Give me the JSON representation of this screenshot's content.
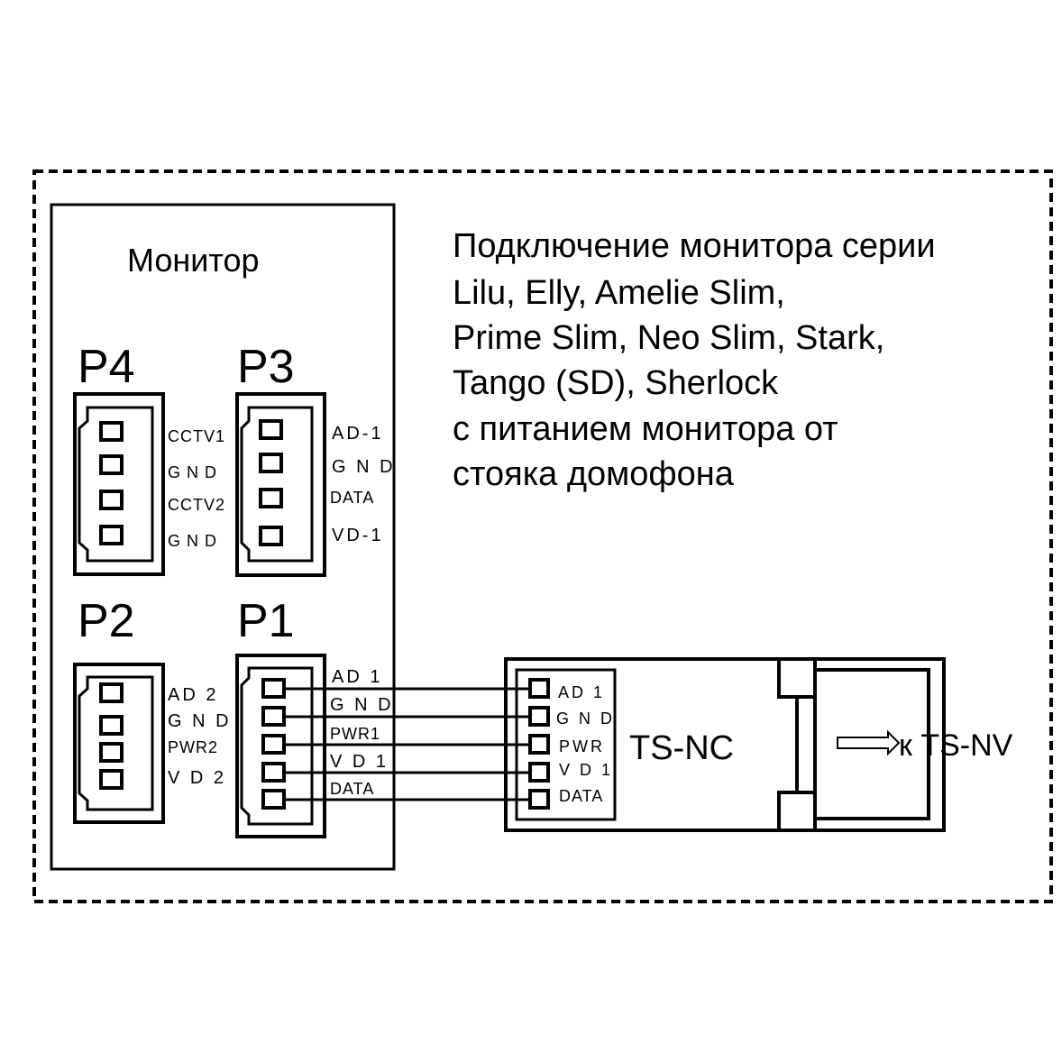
{
  "monitor": {
    "title": "Монитор",
    "p4": {
      "label": "P4",
      "pins": [
        "CCTV1",
        "G N D",
        "CCTV2",
        "G N D"
      ]
    },
    "p3": {
      "label": "P3",
      "pins": [
        "AD-1",
        "G N D",
        "DATA",
        "VD-1"
      ]
    },
    "p2": {
      "label": "P2",
      "pins": [
        "AD 2",
        "G N D",
        "PWR2",
        "V D 2"
      ]
    },
    "p1": {
      "label": "P1",
      "pins": [
        "AD 1",
        "G N D",
        "PWR1",
        "V D 1",
        "DATA"
      ]
    }
  },
  "tsnc": {
    "label": "TS-NC",
    "pins": [
      "AD 1",
      "G N D",
      "PWR",
      "V D 1",
      "DATA"
    ],
    "to_label": "к TS-NV"
  },
  "description": {
    "lines": [
      "Подключение монитора серии",
      "Lilu, Elly, Amelie Slim,",
      "Prime Slim, Neo Slim, Stark,",
      "Tango (SD), Sherlock",
      "с питанием монитора от",
      "стояка домофона"
    ]
  },
  "colors": {
    "line": "#000000",
    "background": "#ffffff"
  }
}
